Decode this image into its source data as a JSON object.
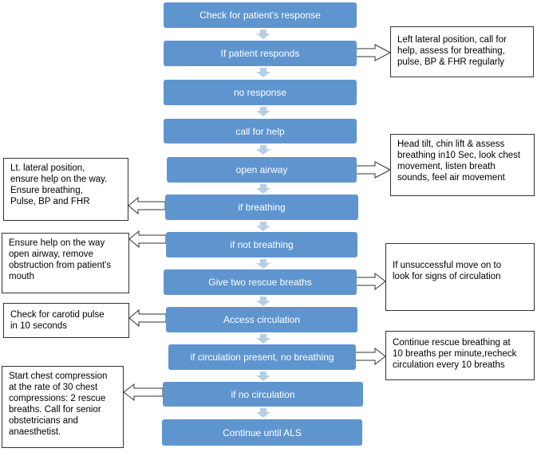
{
  "colors": {
    "step_fill": "#5f95cf",
    "step_text": "#ffffff",
    "connector": "#b8cde6",
    "note_border": "#333333"
  },
  "steps": [
    "Check for patient's  response",
    "If patient responds",
    "no response",
    "call for help",
    "open airway",
    "if breathing",
    "if not breathing",
    "Give two rescue breaths",
    "Access circulation",
    "if circulation present, no breathing",
    "if no circulation",
    "Continue until  ALS"
  ],
  "notes": {
    "patient_responds": [
      "Left lateral position, call for",
      "help, assess for breathing,",
      "pulse, BP & FHR regularly"
    ],
    "open_airway": [
      "Head tilt, chin lift & assess",
      "breathing in10 Sec, look chest",
      "movement, listen breath",
      "sounds, feel air movement"
    ],
    "if_breathing": [
      "Lt. lateral position,",
      "ensure help on the way.",
      "Ensure breathing,",
      "Pulse, BP and FHR"
    ],
    "if_not_breathing": [
      "Ensure help on the way",
      "open airway, remove",
      "obstruction from patient's",
      "mouth"
    ],
    "rescue_breaths": [
      "If unsuccessful move on to",
      "look for signs of circulation"
    ],
    "circulation": [
      "Check for carotid pulse",
      "in 10 seconds"
    ],
    "circulation_present": [
      "Continue rescue breathing at",
      "10 breaths per minute,recheck",
      "circulation every 10 breaths"
    ],
    "no_circulation": [
      "Start chest compression",
      "at the rate of 30 chest",
      "compressions: 2 rescue",
      "breaths.  Call for senior",
      "obstetricians and",
      "anaesthetist."
    ]
  }
}
